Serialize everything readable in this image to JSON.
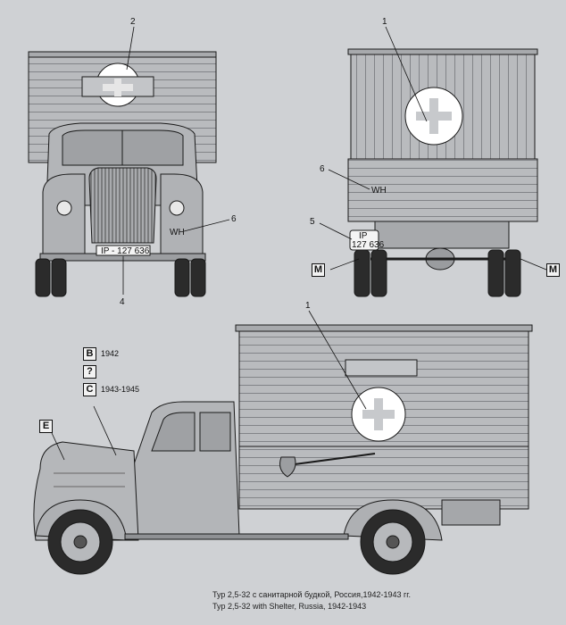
{
  "callouts": {
    "front_top": "2",
    "front_right": "6",
    "front_bottom": "4",
    "rear_top": "1",
    "rear_six": "6",
    "rear_five": "5",
    "side_top": "1"
  },
  "markers": {
    "m_left": "M",
    "m_right": "M",
    "e": "E"
  },
  "legend": [
    {
      "key": "B",
      "text": "1942"
    },
    {
      "key": "?",
      "text": ""
    },
    {
      "key": "C",
      "text": "1943-1945"
    }
  ],
  "plates": {
    "front": "IP - 127 636",
    "rear_top": "IP",
    "rear_bottom": "127 636"
  },
  "wh_mark": "WH",
  "captions": {
    "ru": "Тур 2,5-32 с санитарной будкой, Россия,1942-1943 гг.",
    "en": "Typ 2,5-32 with Shelter, Russia, 1942-1943"
  },
  "colors": {
    "body": "#b7b9bc",
    "line": "#1a1a1a",
    "tire": "#2b2b2b",
    "cross": "#ffffff"
  }
}
